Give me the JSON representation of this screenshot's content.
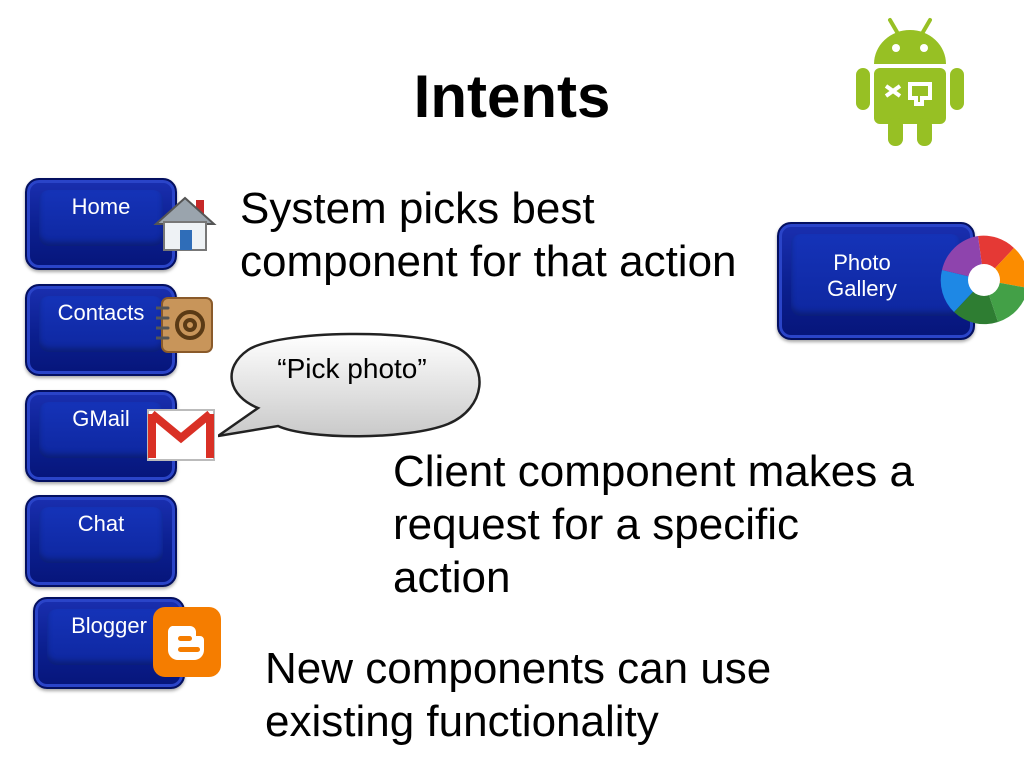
{
  "slide": {
    "title": "Intents",
    "text_system": [
      "System picks best",
      "component for that action"
    ],
    "text_client": [
      "Client component makes a",
      "request for a specific",
      "action"
    ],
    "text_new": [
      "New components can use",
      "existing functionality"
    ],
    "bubble_text": "“Pick photo”"
  },
  "apps": [
    {
      "label": "Home",
      "icon": "house-icon"
    },
    {
      "label": "Contacts",
      "icon": "address-book-icon"
    },
    {
      "label": "GMail",
      "icon": "gmail-envelope-icon"
    },
    {
      "label": "Chat",
      "icon": ""
    },
    {
      "label": "Blogger",
      "icon": "blogger-icon"
    }
  ],
  "photo_gallery": {
    "label_line1": "Photo",
    "label_line2": "Gallery",
    "icon": "picasa-pinwheel-icon"
  },
  "colors": {
    "button_blue": "#0b1f8f",
    "android_green": "#97c024",
    "gmail_red": "#d93025",
    "blogger_orange": "#f57d00"
  }
}
